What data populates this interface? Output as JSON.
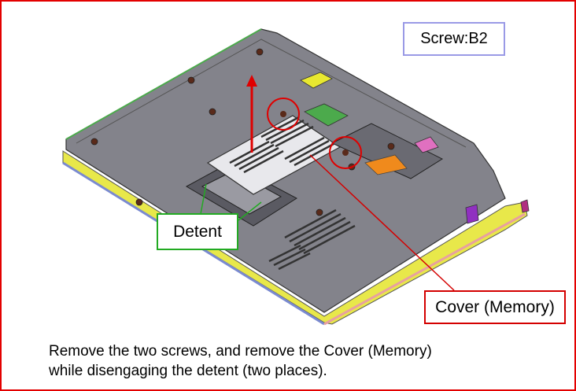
{
  "labels": {
    "screw": "Screw:B2",
    "detent": "Detent",
    "cover": "Cover (Memory)"
  },
  "caption": {
    "line1": "Remove the two screws, and remove the Cover (Memory)",
    "line2": "while disengaging the detent (two places)."
  },
  "colors": {
    "frame": "#e30000",
    "screw_border": "#9a9ae6",
    "detent_border": "#22aa22",
    "cover_border": "#d40000",
    "chassis": "#7f7f87",
    "trim": "#e6e63c"
  }
}
